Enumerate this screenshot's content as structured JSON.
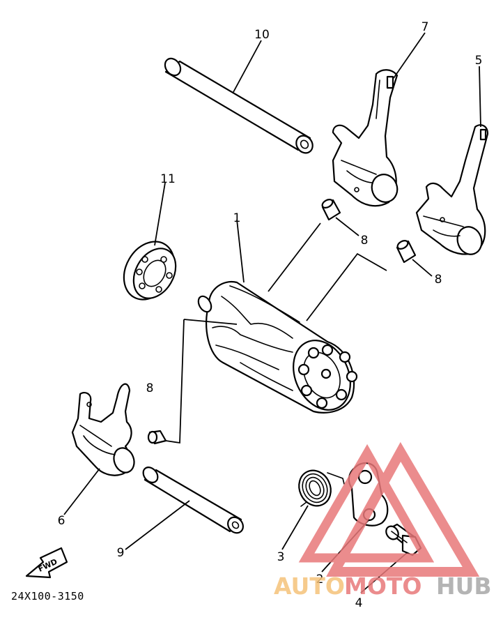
{
  "diagram_code": "24X100-3150",
  "fwd_label": "FWD",
  "callouts": {
    "c1": "1",
    "c2": "2",
    "c3": "3",
    "c4": "4",
    "c5": "5",
    "c6": "6",
    "c7": "7",
    "c8a": "8",
    "c8b": "8",
    "c8c": "8",
    "c9": "9",
    "c10": "10",
    "c11": "11"
  },
  "watermark": {
    "part1": "AUTO",
    "part2": "MOTO",
    "part3": "HUB",
    "color_red": "#e8787a",
    "color_orange": "#f5c27a",
    "color_gray": "#a8a8a8"
  }
}
